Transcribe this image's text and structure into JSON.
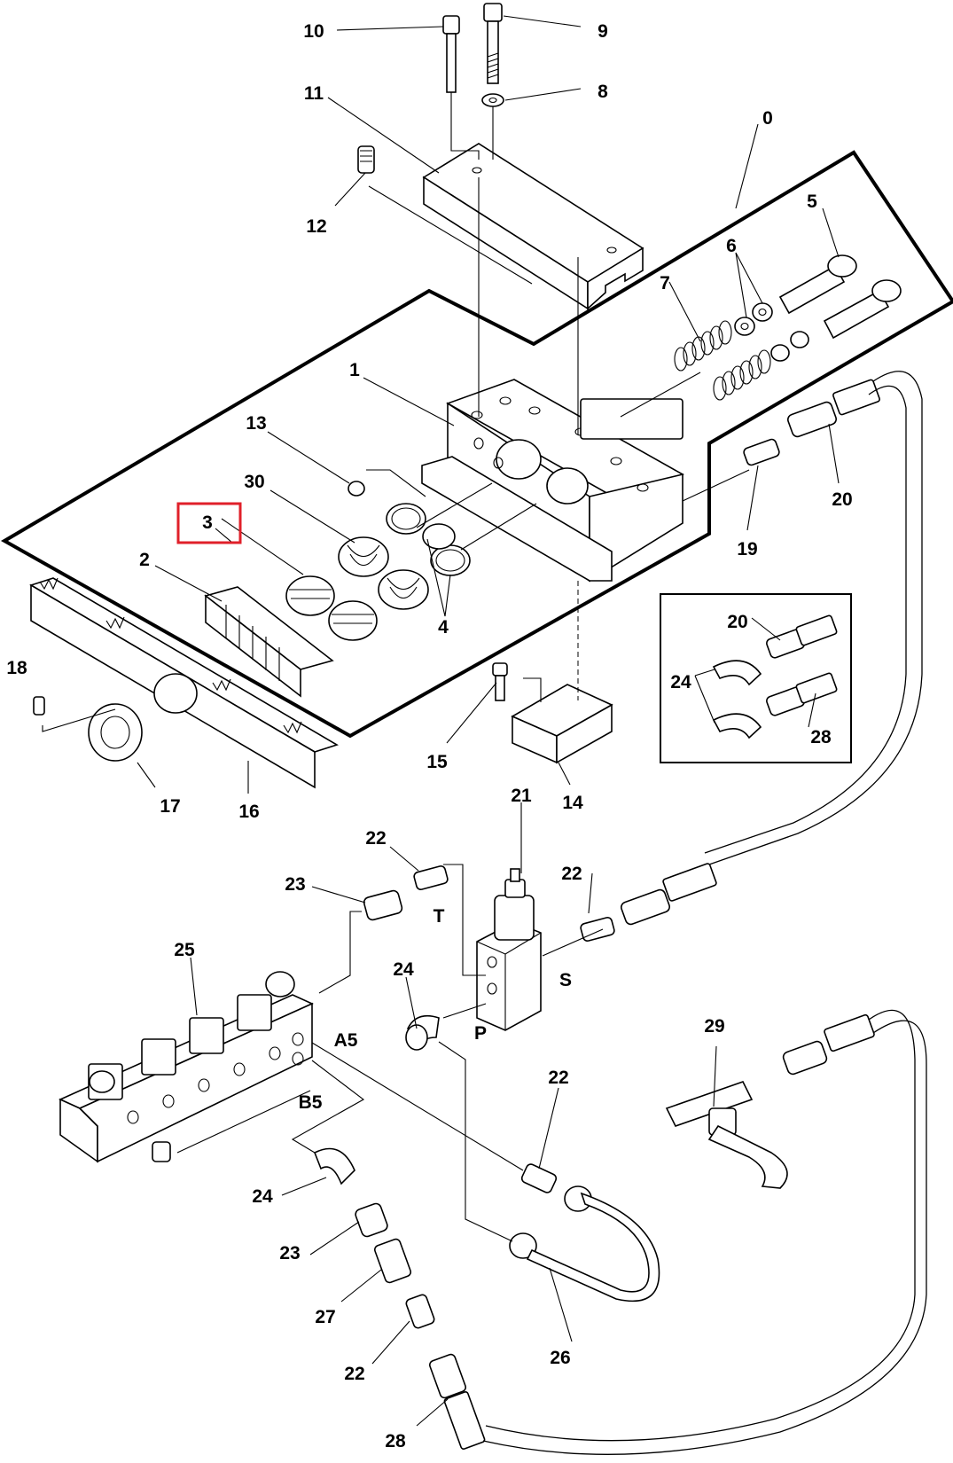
{
  "diagram": {
    "highlight_label": "3",
    "highlight_color": "#e0202a",
    "labels": {
      "l0": "0",
      "l1": "1",
      "l2": "2",
      "l3": "3",
      "l4": "4",
      "l5": "5",
      "l6": "6",
      "l7": "7",
      "l8": "8",
      "l9": "9",
      "l10": "10",
      "l11": "11",
      "l12": "12",
      "l13": "13",
      "l14": "14",
      "l15": "15",
      "l16": "16",
      "l17": "17",
      "l18": "18",
      "l19": "19",
      "l20a": "20",
      "l20b": "20",
      "l21": "21",
      "l22a": "22",
      "l22b": "22",
      "l22c": "22",
      "l22d": "22",
      "l23a": "23",
      "l23b": "23",
      "l24a": "24",
      "l24b": "24",
      "l24c": "24",
      "l25": "25",
      "l26": "26",
      "l27": "27",
      "l28a": "28",
      "l28b": "28",
      "l29": "29",
      "l30": "30"
    },
    "ports": {
      "T": "T",
      "S": "S",
      "P": "P",
      "A5": "A5",
      "B5": "B5"
    }
  }
}
